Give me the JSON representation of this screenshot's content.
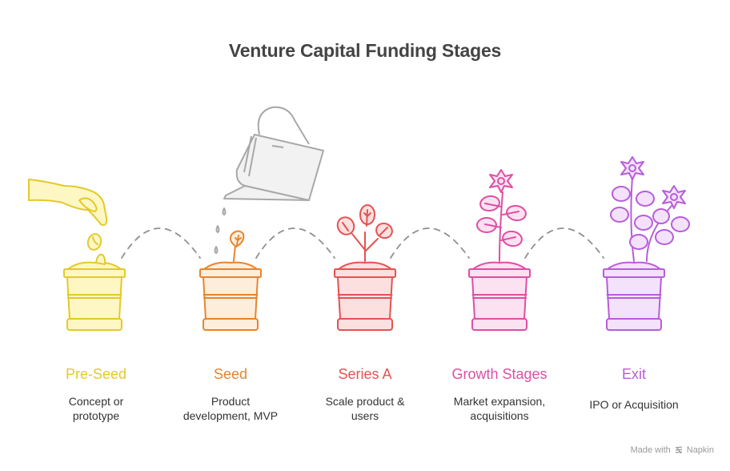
{
  "title": "Venture Capital Funding Stages",
  "stages": [
    {
      "label": "Pre-Seed",
      "description": "Concept or prototype",
      "desc_lines": [
        "Concept or",
        "prototype"
      ],
      "color": "#E3C92B",
      "illustration": "hand-dropping-seeds-icon"
    },
    {
      "label": "Seed",
      "description": "Product development, MVP",
      "desc_lines": [
        "Product",
        "development, MVP"
      ],
      "color": "#E5852E",
      "illustration": "sprout-pot-icon"
    },
    {
      "label": "Series A",
      "description": "Scale product & users",
      "desc_lines": [
        "Scale product &",
        "users"
      ],
      "color": "#E55252",
      "illustration": "three-leaf-plant-icon"
    },
    {
      "label": "Growth Stages",
      "description": "Market expansion, acquisitions",
      "desc_lines": [
        "Market expansion,",
        "acquisitions"
      ],
      "color": "#DD4FA4",
      "illustration": "flowering-plant-icon"
    },
    {
      "label": "Exit",
      "description": "IPO or Acquisition",
      "desc_lines": [
        "IPO or Acquisition"
      ],
      "color": "#B75DDB",
      "illustration": "two-flower-plant-icon"
    }
  ],
  "watering_can": {
    "icon": "watering-can-icon",
    "color": "#A8A8A8"
  },
  "connector": {
    "style": "dashed-arc",
    "color": "#8F8F8F"
  },
  "footer": {
    "made_with": "Made with",
    "brand": "Napkin"
  }
}
